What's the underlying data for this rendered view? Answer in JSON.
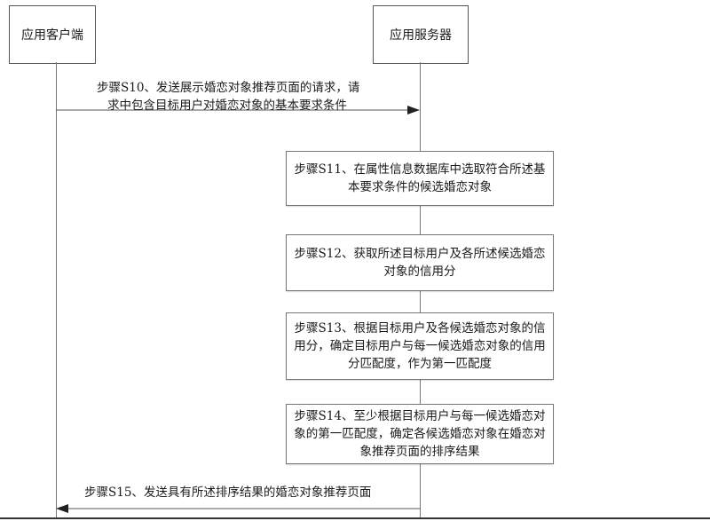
{
  "actors": {
    "client": "应用客户端",
    "server": "应用服务器"
  },
  "messages": {
    "s10_line1": "步骤S10、发送展示婚恋对象推荐页面的请求，请",
    "s10_line2": "求中包含目标用户对婚恋对象的基本要求条件",
    "s15": "步骤S15、发送具有所述排序结果的婚恋对象推荐页面"
  },
  "steps": {
    "s11": "步骤S11、在属性信息数据库中选取符合所述基本要求条件的候选婚恋对象",
    "s12": "步骤S12、获取所述目标用户及各所述候选婚恋对象的信用分",
    "s13": "步骤S13、根据目标用户及各候选婚恋对象的信用分，确定目标用户与每一候选婚恋对象的信用分匹配度，作为第一匹配度",
    "s14": "步骤S14、至少根据目标用户与每一候选婚恋对象的第一匹配度，确定各候选婚恋对象在婚恋对象推荐页面的排序结果"
  }
}
